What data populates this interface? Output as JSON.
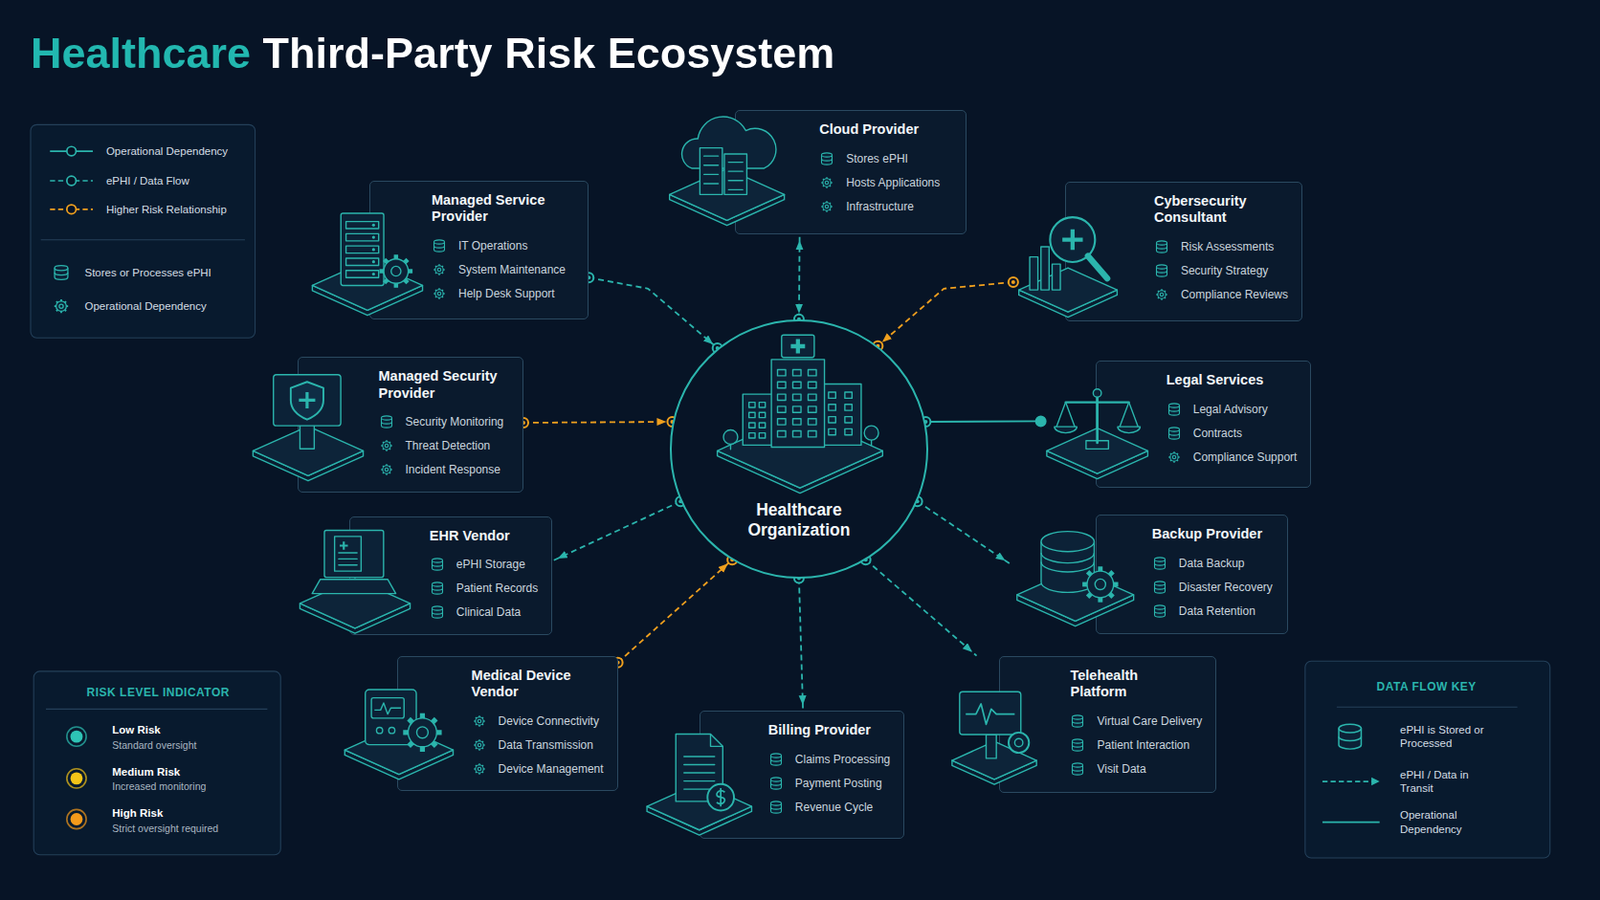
{
  "diagram": {
    "title": "Healthcare Third-Party Risk Ecosystem",
    "nodes": [
      {
        "text": [
          "Cloud Provider",
          "Stores ePHI",
          "Hosts Applications",
          "Infrastructure"
        ]
      },
      {
        "text": [
          "Managed Service Provider",
          "IT Operations",
          "System Maintenance",
          "Help Desk Support"
        ]
      },
      {
        "text": [
          "Cybersecurity Consultant",
          "Risk Assessments",
          "Security Strategy",
          "Compliance Reviews"
        ]
      },
      {
        "text": [
          "Managed Security Provider",
          "Security Monitoring",
          "Threat Detection",
          "Incident Response"
        ]
      },
      {
        "text": [
          "Healthcare Organization"
        ]
      },
      {
        "text": [
          "Legal Services",
          "Legal Advisory",
          "Contracts",
          "Compliance Support"
        ]
      },
      {
        "text": [
          "EHR Vendor",
          "ePHI Storage",
          "Patient Records",
          "Clinical Data"
        ]
      },
      {
        "text": [
          "Backup Provider",
          "Data Backup",
          "Disaster Recovery",
          "Data Retention"
        ]
      },
      {
        "text": [
          "Medical Device Vendor",
          "Device Connectivity",
          "Data Transmission",
          "Device Management"
        ]
      },
      {
        "text": [
          "Telehealth Platform",
          "Virtual Care Delivery",
          "Patient Interaction",
          "Visit Data"
        ]
      },
      {
        "text": [
          "Billing Provider",
          "Claims Processing",
          "Payment Posting",
          "Revenue Cycle"
        ]
      }
    ],
    "edges": [
      {
        "from": 4,
        "to": 0,
        "arrow": "both"
      },
      {
        "from": 1,
        "to": 4,
        "arrow": "to"
      },
      {
        "from": 2,
        "to": 4,
        "arrow": "to"
      },
      {
        "from": 3,
        "to": 4,
        "arrow": "to"
      },
      {
        "from": 4,
        "to": 5,
        "arrow": "none"
      },
      {
        "from": 4,
        "to": 6,
        "arrow": "to"
      },
      {
        "from": 4,
        "to": 7,
        "arrow": "to"
      },
      {
        "from": 8,
        "to": 4,
        "arrow": "to"
      },
      {
        "from": 4,
        "to": 9,
        "arrow": "to"
      },
      {
        "from": 4,
        "to": 10,
        "arrow": "to"
      }
    ],
    "labels": [
      "RISK LEVEL INDICATOR",
      "Standard oversight",
      "Increased monitoring",
      "Strict oversight required",
      "DATA FLOW KEY"
    ],
    "legend": [
      {
        "text": "Operational Dependency"
      },
      {
        "text": "ePHI / Data Flow"
      },
      {
        "text": "Higher Risk Relationship"
      },
      {
        "text": "Stores or Processes ePHI"
      },
      {
        "text": "Operational Dependency"
      },
      {
        "text": "Low Risk",
        "color": "#2ec4b6"
      },
      {
        "text": "Medium Risk",
        "color": "#f5c518"
      },
      {
        "text": "High Risk",
        "color": "#f59a1b"
      },
      {
        "text": "ePHI is Stored or Processed"
      },
      {
        "text": "ePHI / Data in Transit"
      },
      {
        "text": "Operational Dependency"
      }
    ]
  }
}
